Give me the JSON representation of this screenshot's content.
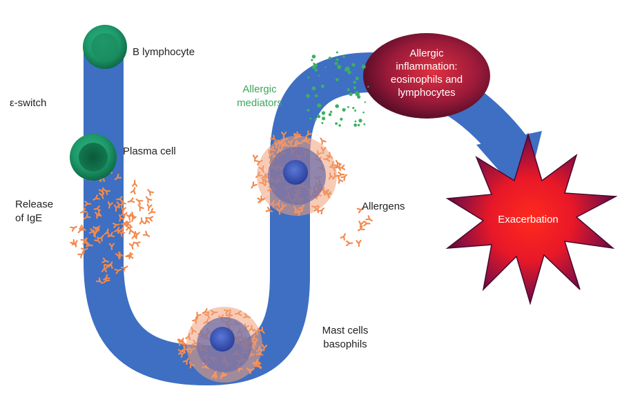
{
  "labels": {
    "b_lymphocyte": "B lymphocyte",
    "class_switch": "ε-switch",
    "plasma_cell": "Plasma cell",
    "release_line1": "Release",
    "release_line2": "of IgE",
    "allergic_mediators_line1": "Allergic",
    "allergic_mediators_line2": "mediators",
    "inflammation_line1": "Allergic",
    "inflammation_line2": "inflammation:",
    "inflammation_line3": "eosinophils and",
    "inflammation_line4": "lymphocytes",
    "allergens": "Allergens",
    "mast_cells_line1": "Mast cells",
    "mast_cells_line2": "basophils",
    "exacerbation": "Exacerbation"
  },
  "colors": {
    "pathway": "#3e6fc2",
    "b_cell": "#1e9a6a",
    "ige": "#f28a4e",
    "mediators": "#3cb060",
    "inflammation_dark": "#5a0f2a",
    "inflammation_light": "#d62a45",
    "burst_core": "#ff2020",
    "burst_edge": "#5a0a35"
  },
  "icons": {
    "b_cell": "b-lymphocyte-icon",
    "plasma_cell": "plasma-cell-icon",
    "mast_cell": "mast-cell-icon",
    "burst": "exacerbation-burst-icon"
  }
}
